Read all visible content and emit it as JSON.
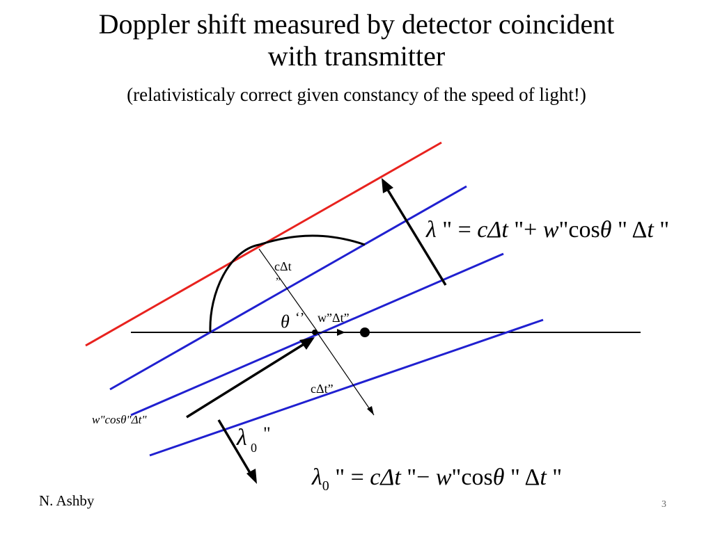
{
  "slide": {
    "title_line1": "Doppler shift measured by detector coincident",
    "title_line2": "with transmitter",
    "subtitle": "(relativisticaly correct given constancy of the speed of light!)",
    "author": "N. Ashby",
    "page_number": "3"
  },
  "diagram": {
    "colors": {
      "red_line": "#e8221e",
      "blue_line": "#2020d0",
      "black": "#000000"
    },
    "labels": {
      "c_dt_upper": "cΔt",
      "c_dt_upper_quote": "”",
      "theta": "θ",
      "theta_quote": "‘’",
      "w_dt": "w”Δt”",
      "c_dt_lower": "cΔt”",
      "w_cos_left": "w\"cosθ\"Δt\"",
      "lambda0_label": "λ",
      "lambda0_sub": "0",
      "lambda0_quote": "\""
    }
  },
  "equations": {
    "top": {
      "lambda": "λ",
      "q1": " \" = ",
      "c": "c",
      "dt1": "Δt",
      "q2": " \"+ ",
      "w": "w",
      "q3": "\"cos",
      "theta": "θ",
      "q4": " \" Δ",
      "t": "t",
      "q5": " \""
    },
    "bottom": {
      "lambda": "λ",
      "sub": "0",
      "q1": " \" = ",
      "c": "c",
      "dt1": "Δt",
      "q2": " \"− ",
      "w": "w",
      "q3": "\"cos",
      "theta": "θ",
      "q4": " \" Δ",
      "t": "t",
      "q5": " \""
    }
  }
}
